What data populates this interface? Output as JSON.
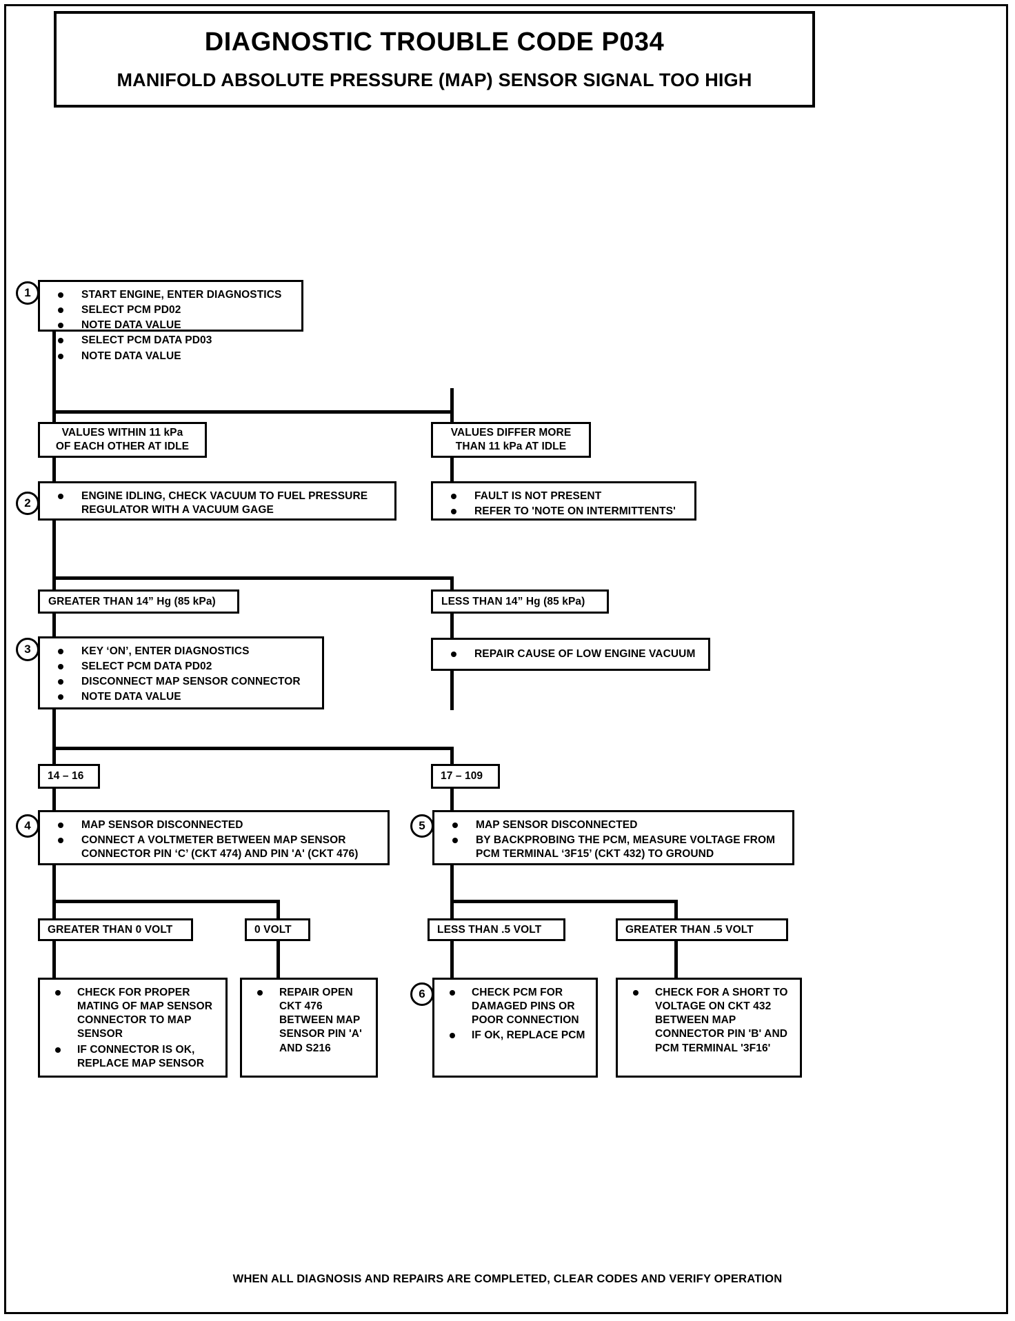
{
  "header": {
    "title_main": "DIAGNOSTIC TROUBLE CODE P034",
    "title_sub": "MANIFOLD ABSOLUTE PRESSURE (MAP) SENSOR SIGNAL TOO HIGH"
  },
  "footer": {
    "note": "WHEN ALL DIAGNOSIS AND REPAIRS ARE COMPLETED, CLEAR CODES AND VERIFY OPERATION"
  },
  "steps": {
    "s1": "1",
    "s2": "2",
    "s3": "3",
    "s4": "4",
    "s5": "5",
    "s6": "6"
  },
  "nodes": {
    "step1": {
      "bullets": [
        [
          "START ENGINE, ENTER DIAGNOSTICS"
        ],
        [
          "SELECT PCM PD02"
        ],
        [
          "NOTE DATA VALUE"
        ],
        [
          "SELECT PCM DATA PD03"
        ],
        [
          "NOTE DATA VALUE"
        ]
      ]
    },
    "cond_values_within": [
      "VALUES WITHIN 11  kPa",
      "OF EACH OTHER AT IDLE"
    ],
    "cond_values_differ": [
      "VALUES DIFFER MORE",
      "THAN 11 kPa AT IDLE"
    ],
    "step2": {
      "bullets": [
        [
          "ENGINE IDLING, CHECK VACUUM TO FUEL PRESSURE",
          "REGULATOR WITH A VACUUM GAGE"
        ]
      ]
    },
    "fault_not_present": {
      "bullets": [
        [
          "FAULT IS NOT PRESENT"
        ],
        [
          "REFER TO 'NOTE ON INTERMITTENTS'"
        ]
      ]
    },
    "cond_greater_14hg": [
      "GREATER THAN 14” Hg (85 kPa)"
    ],
    "cond_less_14hg": [
      "LESS THAN 14” Hg (85 kPa)"
    ],
    "step3": {
      "bullets": [
        [
          "KEY ‘ON’, ENTER DIAGNOSTICS"
        ],
        [
          "SELECT PCM DATA PD02"
        ],
        [
          "DISCONNECT MAP SENSOR CONNECTOR"
        ],
        [
          "NOTE DATA VALUE"
        ]
      ]
    },
    "repair_low_vacuum": {
      "bullets": [
        [
          "REPAIR CAUSE OF LOW ENGINE VACUUM"
        ]
      ]
    },
    "cond_14_16": [
      "14 – 16"
    ],
    "cond_17_109": [
      "17 – 109"
    ],
    "step4": {
      "bullets": [
        [
          "MAP SENSOR DISCONNECTED"
        ],
        [
          "CONNECT A VOLTMETER BETWEEN MAP SENSOR",
          "CONNECTOR PIN ‘C’ (CKT 474) AND PIN 'A' (CKT 476)"
        ]
      ]
    },
    "step5": {
      "bullets": [
        [
          "MAP SENSOR DISCONNECTED"
        ],
        [
          "BY BACKPROBING THE PCM, MEASURE VOLTAGE FROM",
          "PCM TERMINAL ‘3F15’ (CKT 432) TO GROUND"
        ]
      ]
    },
    "cond_gt_0_volt": [
      "GREATER THAN 0 VOLT"
    ],
    "cond_0_volt": [
      "0 VOLT"
    ],
    "cond_lt_5_volt": [
      "LESS THAN .5 VOLT"
    ],
    "cond_gt_5_volt": [
      "GREATER  THAN .5 VOLT"
    ],
    "check_mating": {
      "bullets": [
        [
          "CHECK FOR PROPER",
          "MATING OF MAP SENSOR",
          "CONNECTOR TO MAP",
          "SENSOR"
        ],
        [
          "IF CONNECTOR IS OK,",
          "REPLACE MAP SENSOR"
        ]
      ]
    },
    "repair_open_476": {
      "bullets": [
        [
          "REPAIR  OPEN",
          "CKT 476",
          "BETWEEN MAP",
          "SENSOR PIN 'A'",
          "AND S216"
        ]
      ]
    },
    "check_pcm": {
      "bullets": [
        [
          "CHECK PCM FOR",
          "DAMAGED PINS OR",
          "POOR CONNECTION"
        ],
        [
          "IF OK,  REPLACE PCM"
        ]
      ]
    },
    "check_short": {
      "bullets": [
        [
          "CHECK FOR A SHORT TO",
          "VOLTAGE ON CKT 432",
          "BETWEEN MAP",
          "CONNECTOR PIN 'B' AND",
          "PCM TERMINAL '3F16'"
        ]
      ]
    }
  }
}
